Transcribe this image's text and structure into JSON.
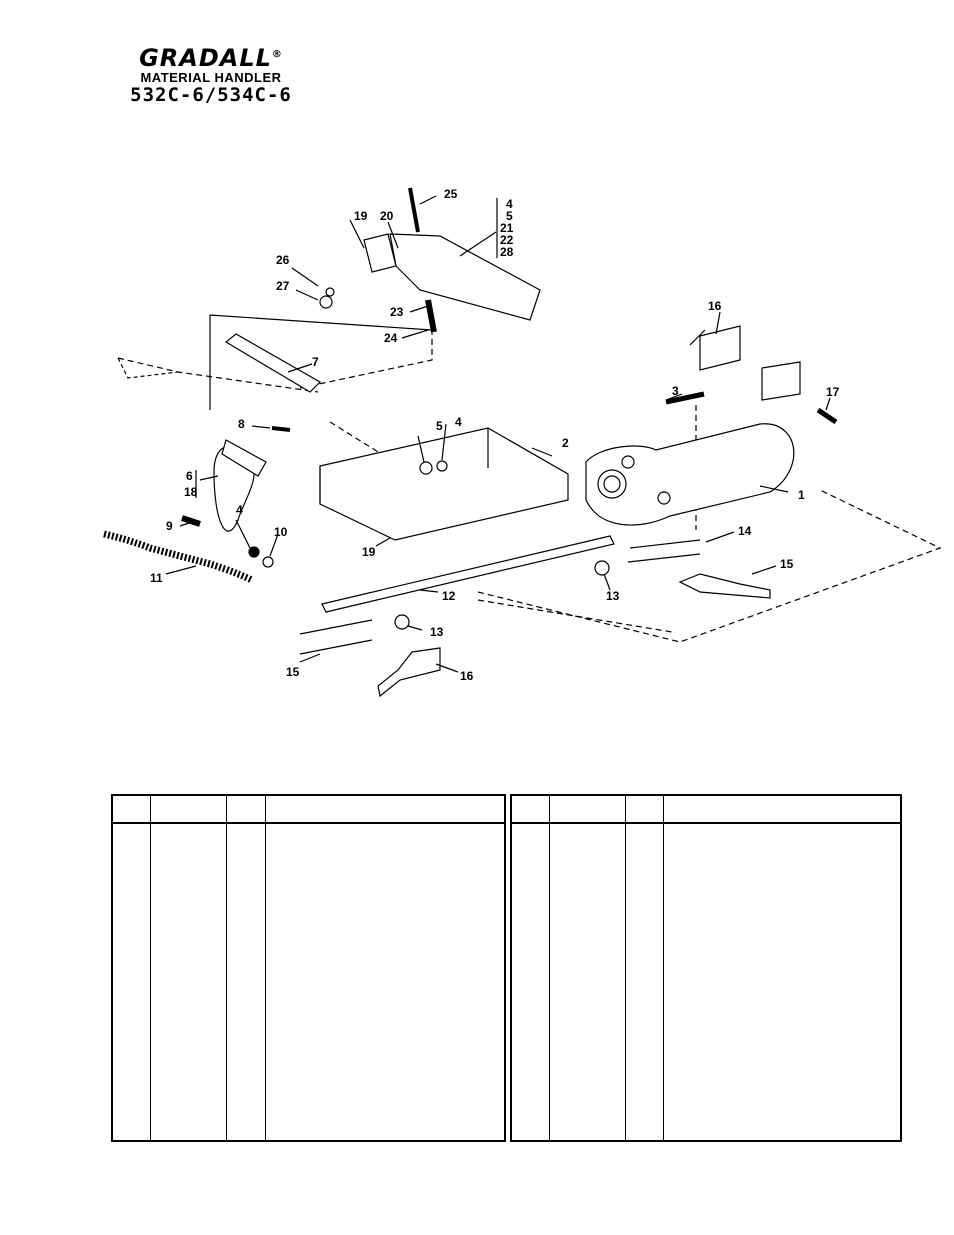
{
  "header": {
    "brand": "GRADALL",
    "registered": "®",
    "subtitle": "MATERIAL HANDLER",
    "model": "532C-6/534C-6"
  },
  "diagram": {
    "callouts": [
      "1",
      "2",
      "3",
      "4",
      "5",
      "6",
      "7",
      "8",
      "9",
      "10",
      "11",
      "12",
      "13",
      "14",
      "15",
      "16",
      "17",
      "18",
      "19",
      "20",
      "21",
      "22",
      "23",
      "24",
      "25",
      "26",
      "27",
      "28"
    ]
  },
  "parts_tables": [
    {
      "columns": [
        "",
        "",
        "",
        ""
      ],
      "rows": []
    },
    {
      "columns": [
        "",
        "",
        "",
        ""
      ],
      "rows": []
    }
  ]
}
